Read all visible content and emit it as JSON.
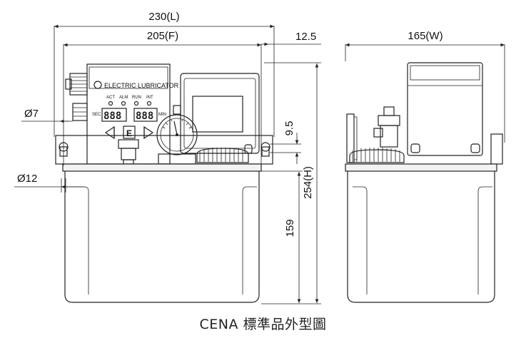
{
  "dimensions": {
    "length": "230(L)",
    "front_width": "205(F)",
    "offset": "12.5",
    "width": "165(W)",
    "hole_small": "Ø7",
    "hole_large": "Ø12",
    "spacing": "9.5",
    "height": "254(H)",
    "tank_height": "159"
  },
  "panel": {
    "brand": "ELECTRIC LUBRICATOR",
    "indicators": [
      "ACT",
      "ALM",
      "RUN",
      "INT"
    ],
    "left_unit": "SEC",
    "right_unit": "MIN",
    "display_left": "888",
    "display_right": "888",
    "key_center": "E"
  },
  "caption": "CENA 標準品外型圖"
}
